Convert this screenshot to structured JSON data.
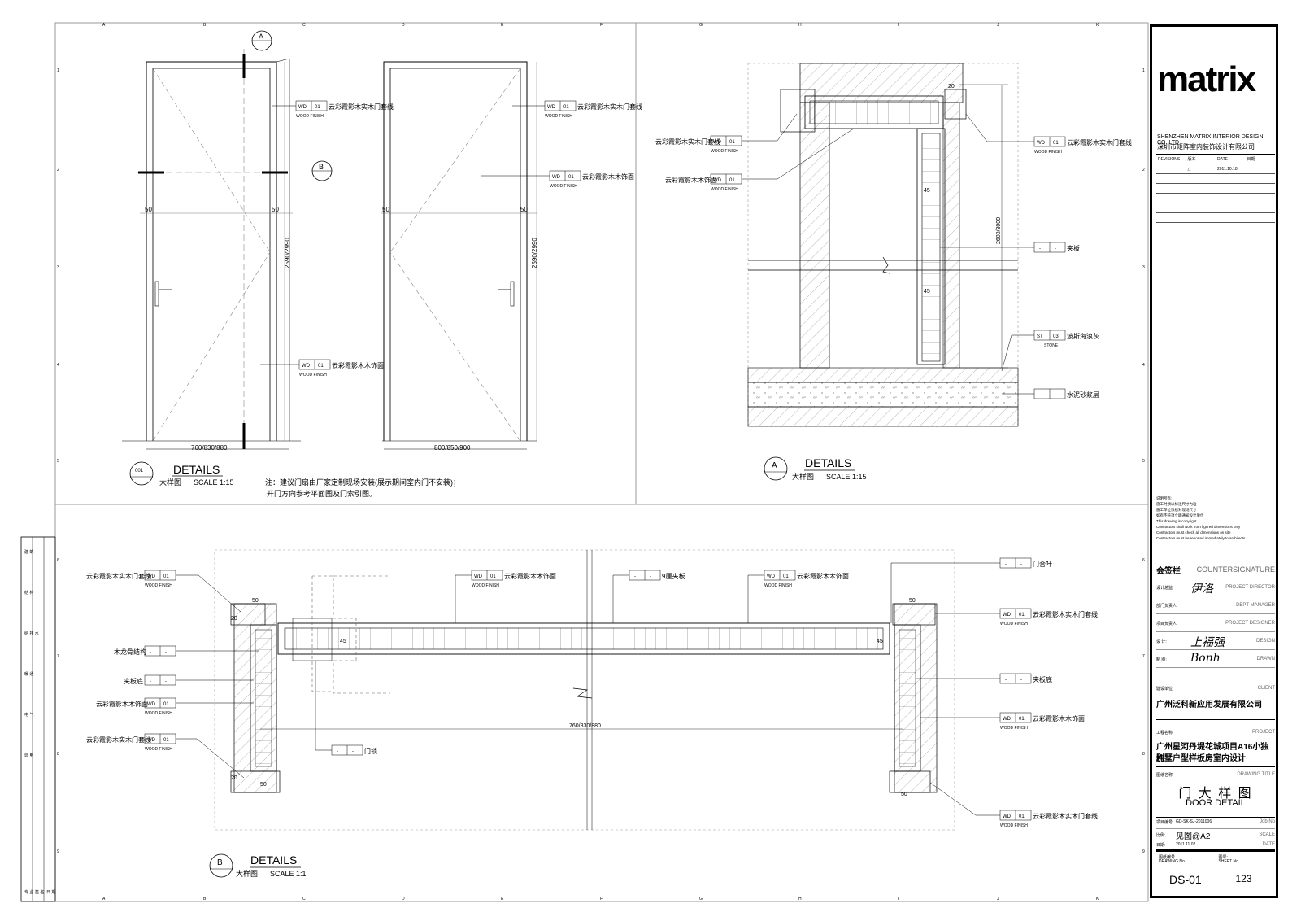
{
  "callouts": {
    "A": "A",
    "B": "B",
    "d001": "001"
  },
  "detail_001": {
    "title": "DETAILS",
    "subtitle": "大样图",
    "scale": "SCALE  1:15",
    "note_line1": "注：建议门扇由厂家定制现场安装(展示期间室内门不安装)；",
    "note_line2": "开门方向参考平面图及门索引图。",
    "left_door": {
      "dim_width": "760/830/880",
      "dim_height": "2590/2990",
      "dim_50a": "50",
      "dim_50b": "50",
      "tag1_code": "WD",
      "tag1_num": "01",
      "tag1_text": "云彩霞影木实木门套线",
      "tag1_sub": "WOOD FINISH",
      "tag2_code": "WD",
      "tag2_num": "01",
      "tag2_text": "云彩霞影木木饰面",
      "tag2_sub": "WOOD FINISH"
    },
    "right_door": {
      "dim_width": "800/850/900",
      "dim_height": "2590/2990",
      "dim_50a": "50",
      "dim_50b": "50",
      "tag1_code": "WD",
      "tag1_num": "01",
      "tag1_text": "云彩霞影木实木门套线",
      "tag1_sub": "WOOD FINISH",
      "tag2_code": "WD",
      "tag2_num": "01",
      "tag2_text": "云彩霞影木木饰面",
      "tag2_sub": "WOOD FINISH"
    }
  },
  "detail_A": {
    "title": "DETAILS",
    "subtitle": "大样图",
    "scale": "SCALE  1:15",
    "dim_height": "2600/3000",
    "dim_20": "20",
    "dim_45a": "45",
    "dim_45b": "45",
    "tag_left1_text": "云彩霞影木实木门套线",
    "tag_left1_code": "WD",
    "tag_left1_num": "01",
    "tag_left1_sub": "WOOD FINISH",
    "tag_left2_text": "云彩霞影木木饰面",
    "tag_left2_code": "WD",
    "tag_left2_num": "01",
    "tag_left2_sub": "WOOD FINISH",
    "tag_r1_code": "WD",
    "tag_r1_num": "01",
    "tag_r1_text": "云彩霞影木实木门套线",
    "tag_r1_sub": "WOOD FINISH",
    "tag_r2_code": "-",
    "tag_r2_num": "-",
    "tag_r2_text": "夹板",
    "tag_r3_code": "ST",
    "tag_r3_num": "03",
    "tag_r3_text": "波斯海浪灰",
    "tag_r3_sub": "STONE",
    "tag_r4_code": "-",
    "tag_r4_num": "-",
    "tag_r4_text": "水泥砂浆层"
  },
  "detail_B": {
    "title": "DETAILS",
    "subtitle": "大样图",
    "scale": "SCALE  1:1",
    "dim_width": "760/830/880",
    "dim_50a": "50",
    "dim_50b": "50",
    "dim_50c": "50",
    "dim_50d": "50",
    "dim_20a": "20",
    "dim_20b": "20",
    "dim_45a": "45",
    "dim_45b": "45",
    "tags": {
      "l1_text": "云彩霞影木实木门套线",
      "l1_code": "WD",
      "l1_num": "01",
      "l1_sub": "WOOD FINISH",
      "l2_text": "木龙骨结构",
      "l2_code": "-",
      "l2_num": "-",
      "l3_text": "夹板底",
      "l3_code": "-",
      "l3_num": "-",
      "l4_text": "云彩霞影木木饰面",
      "l4_code": "WD",
      "l4_num": "01",
      "l4_sub": "WOOD FINISH",
      "l5_text": "云彩霞影木实木门套线",
      "l5_code": "WD",
      "l5_num": "01",
      "l5_sub": "WOOD FINISH",
      "t1_code": "WD",
      "t1_num": "01",
      "t1_text": "云彩霞影木木饰面",
      "t1_sub": "WOOD FINISH",
      "t2_code": "-",
      "t2_num": "-",
      "t2_text": "9厘夹板",
      "t3_code": "WD",
      "t3_num": "01",
      "t3_text": "云彩霞影木木饰面",
      "t3_sub": "WOOD FINISH",
      "m1_code": "-",
      "m1_num": "-",
      "m1_text": "门锁",
      "r1_code": "-",
      "r1_num": "-",
      "r1_text": "门合叶",
      "r2_code": "WD",
      "r2_num": "01",
      "r2_text": "云彩霞影木实木门套线",
      "r2_sub": "WOOD FINISH",
      "r3_code": "-",
      "r3_num": "-",
      "r3_text": "夹板底",
      "r4_code": "WD",
      "r4_num": "01",
      "r4_text": "云彩霞影木木饰面",
      "r4_sub": "WOOD FINISH",
      "r5_code": "WD",
      "r5_num": "01",
      "r5_text": "云彩霞影木实木门套线",
      "r5_sub": "WOOD FINISH"
    }
  },
  "grid": {
    "cols": [
      "A",
      "B",
      "C",
      "D",
      "E",
      "F",
      "G",
      "H",
      "I",
      "J",
      "K"
    ],
    "rows": [
      "1",
      "2",
      "3",
      "4",
      "5",
      "6",
      "7",
      "8",
      "9"
    ]
  },
  "title_block": {
    "logo": "matrix",
    "company_en": "SHENZHEN MATRIX INTERIOR DESIGN CO.,LTD",
    "company_zh": "深圳市矩阵室内装饰设计有限公司",
    "rev_header": [
      "REVISIONS",
      "版本",
      "DATE",
      "日期"
    ],
    "rev_row1_mark": "△",
    "rev_row1_date": "2011.10.18",
    "notes": [
      "说明所有:",
      "施工时须以标注尺寸为准",
      "施工单位须核对现场尺寸",
      "如有不符须立即通知设计单位",
      "This drawing is copyright",
      "Contractors shall work from figured dimensions only",
      "Contractors must check all dimensions on site",
      "Contractors must be reported immediately to architects"
    ],
    "countersign_zh": "会签栏",
    "countersign_en": "COUNTERSIGNATURE",
    "roles": [
      {
        "zh": "设计总监:",
        "en": "PROJECT DIRECTOR",
        "sig": "伊洛"
      },
      {
        "zh": "部门负责人:",
        "en": "DEPT MANAGER",
        "sig": ""
      },
      {
        "zh": "项目负责人:",
        "en": "PROJECT DESIGNER",
        "sig": ""
      },
      {
        "zh": "设  计:",
        "en": "DESIGN",
        "sig": "上福强"
      },
      {
        "zh": "制  图:",
        "en": "DRAWN",
        "sig": "Bonh"
      }
    ],
    "client_zh_label": "建设单位:",
    "client_en_label": "CLIENT",
    "client_name": "广州泛科新应用发展有限公司",
    "project_zh_label": "工程名称:",
    "project_en_label": "PROJECT",
    "project_name_1": "广州星河丹堤花城项目A16小独栋",
    "project_name_2": "别墅户型样板房室内设计",
    "drawing_title_zh_label": "图纸名称:",
    "drawing_title_en_label": "DRAWING TITLE",
    "drawing_title_zh": "门 大 样 图",
    "drawing_title_en": "DOOR DETAIL",
    "job_label": "项目编号:",
    "job_value": "GD-SK-SJ-2011006",
    "job_en": "Job No",
    "scale_label": "比例:",
    "scale_value": "见图@A2",
    "scale_en": "SCALE",
    "date_label": "日期:",
    "date_value": "2011.11.02",
    "date_en": "DATE",
    "drawing_no_label_zh": "图纸编号",
    "drawing_no_label_en": "DRAWING No.",
    "drawing_no": "DS-01",
    "sheet_no_label_zh": "图号:",
    "sheet_no_label_en": "SHEET No.",
    "sheet_no": "123"
  },
  "side_strip": [
    "建 筑",
    "结 构",
    "给 排 水",
    "暖 通",
    "电 气",
    "弱 电",
    "专 业",
    "签 名",
    "日 期"
  ]
}
